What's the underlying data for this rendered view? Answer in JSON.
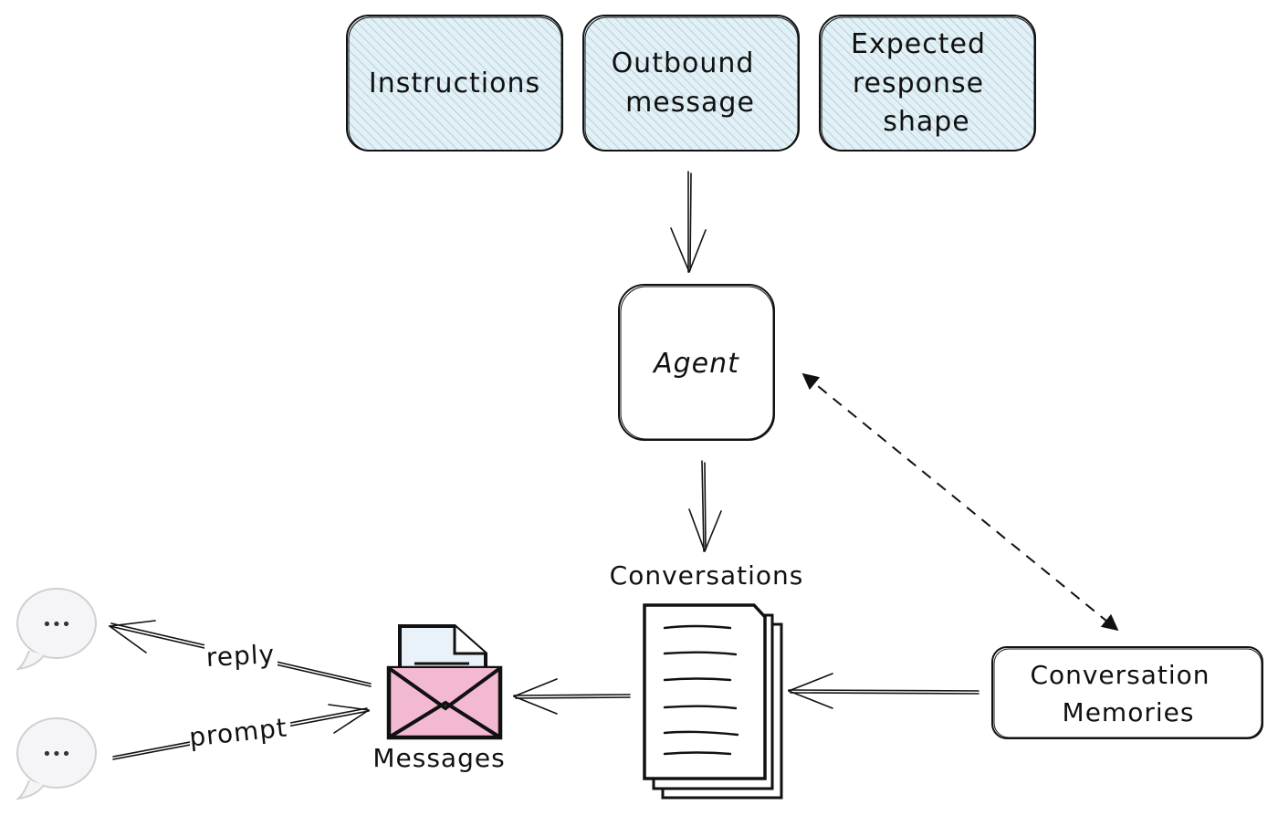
{
  "inputs": {
    "instructions": "Instructions",
    "outbound_line1": "Outbound",
    "outbound_line2": "message",
    "expected_line1": "Expected",
    "expected_line2": "response",
    "expected_line3": "shape"
  },
  "agent": {
    "label": "Agent"
  },
  "conversations": {
    "label": "Conversations"
  },
  "memories": {
    "line1": "Conversation",
    "line2": "Memories"
  },
  "messages": {
    "label": "Messages"
  },
  "edges": {
    "reply": "reply",
    "prompt": "prompt"
  },
  "bubbles": {
    "dots": "•••"
  },
  "colors": {
    "input_fill": "#d6eaf0",
    "input_hatch": "#9cc6d6",
    "envelope_pink": "#f3b8d2",
    "paper_blue": "#e8f2f8",
    "bubble_fill": "#f5f5f7",
    "stroke": "#111111"
  }
}
